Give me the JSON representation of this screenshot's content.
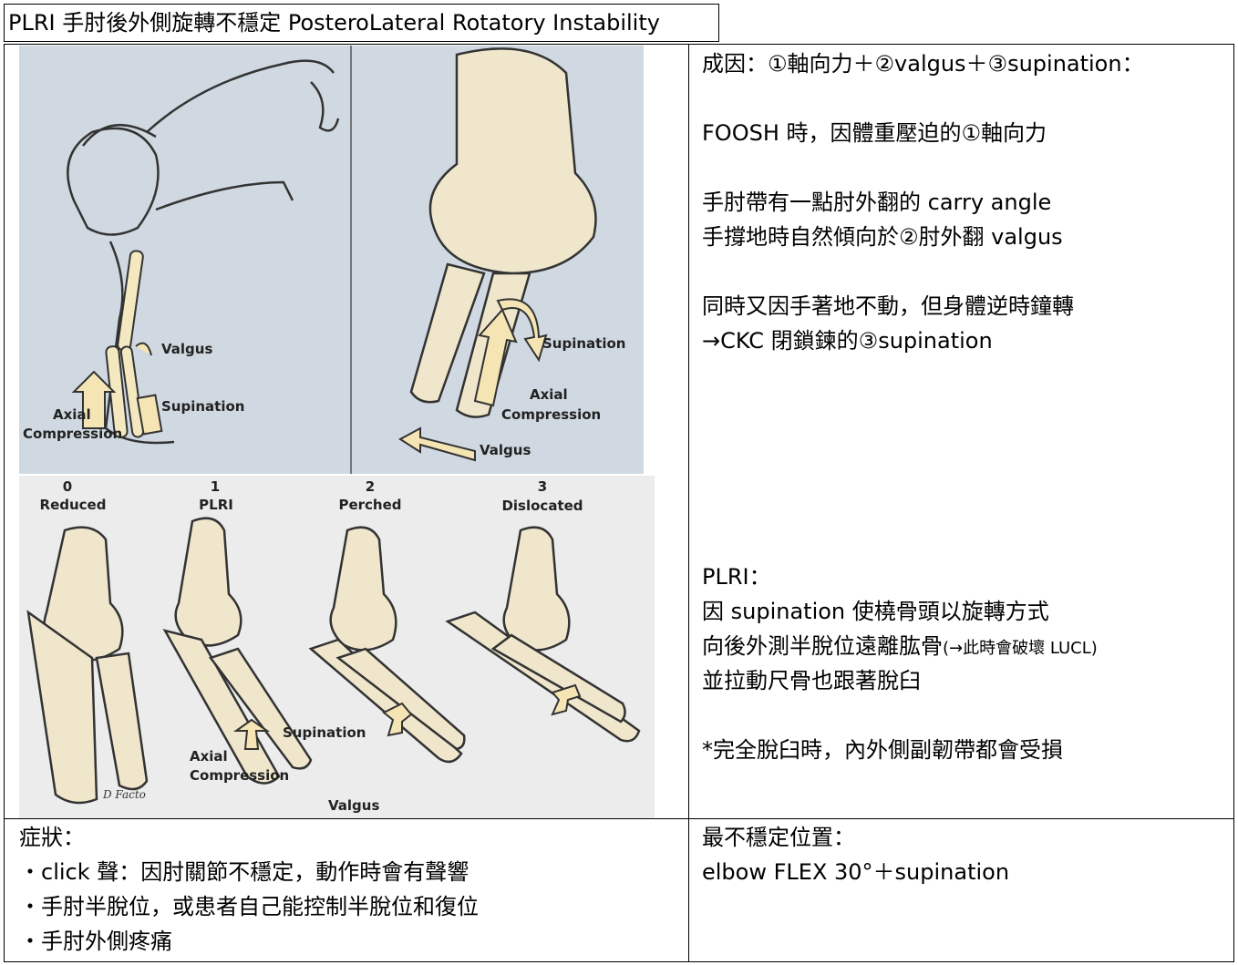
{
  "title": "PLRI 手肘後外側旋轉不穩定 PosteroLateral Rotatory Instability",
  "figure_top": {
    "left_panel": {
      "labels": [
        "Valgus",
        "Supination",
        "Axial",
        "Compression"
      ]
    },
    "right_panel": {
      "labels": [
        "Supination",
        "Axial",
        "Compression",
        "Valgus"
      ]
    }
  },
  "figure_bottom": {
    "stages": [
      {
        "number": "0",
        "name": "Reduced"
      },
      {
        "number": "1",
        "name": "PLRI"
      },
      {
        "number": "2",
        "name": "Perched"
      },
      {
        "number": "3",
        "name": "Dislocated"
      }
    ],
    "labels": [
      "Supination",
      "Axial",
      "Compression",
      "Valgus"
    ],
    "signature": "D Facto"
  },
  "causes": {
    "heading": "成因：①軸向力＋②valgus＋③supination：",
    "foosh": "FOOSH 時，因體重壓迫的①軸向力",
    "carry_1": "手肘帶有一點肘外翻的 carry angle",
    "carry_2": "手撐地時自然傾向於②肘外翻 valgus",
    "ckc_1": "同時又因手著地不動，但身體逆時鐘轉",
    "ckc_2": "→CKC 閉鎖鍊的③supination"
  },
  "plri": {
    "heading": "PLRI：",
    "line_1": "因 supination 使橈骨頭以旋轉方式",
    "line_2_main": "向後外測半脫位遠離肱骨",
    "line_2_note": "(→此時會破壞 LUCL)",
    "line_3": "並拉動尺骨也跟著脫臼",
    "note": "*完全脫臼時，內外側副韌帶都會受損"
  },
  "symptoms": {
    "heading": "症狀：",
    "items": [
      "・click 聲：因肘關節不穩定，動作時會有聲響",
      "・手肘半脫位，或患者自己能控制半脫位和復位",
      "・手肘外側疼痛"
    ]
  },
  "unstable": {
    "heading": "最不穩定位置：",
    "value": "elbow FLEX 30°＋supination"
  }
}
